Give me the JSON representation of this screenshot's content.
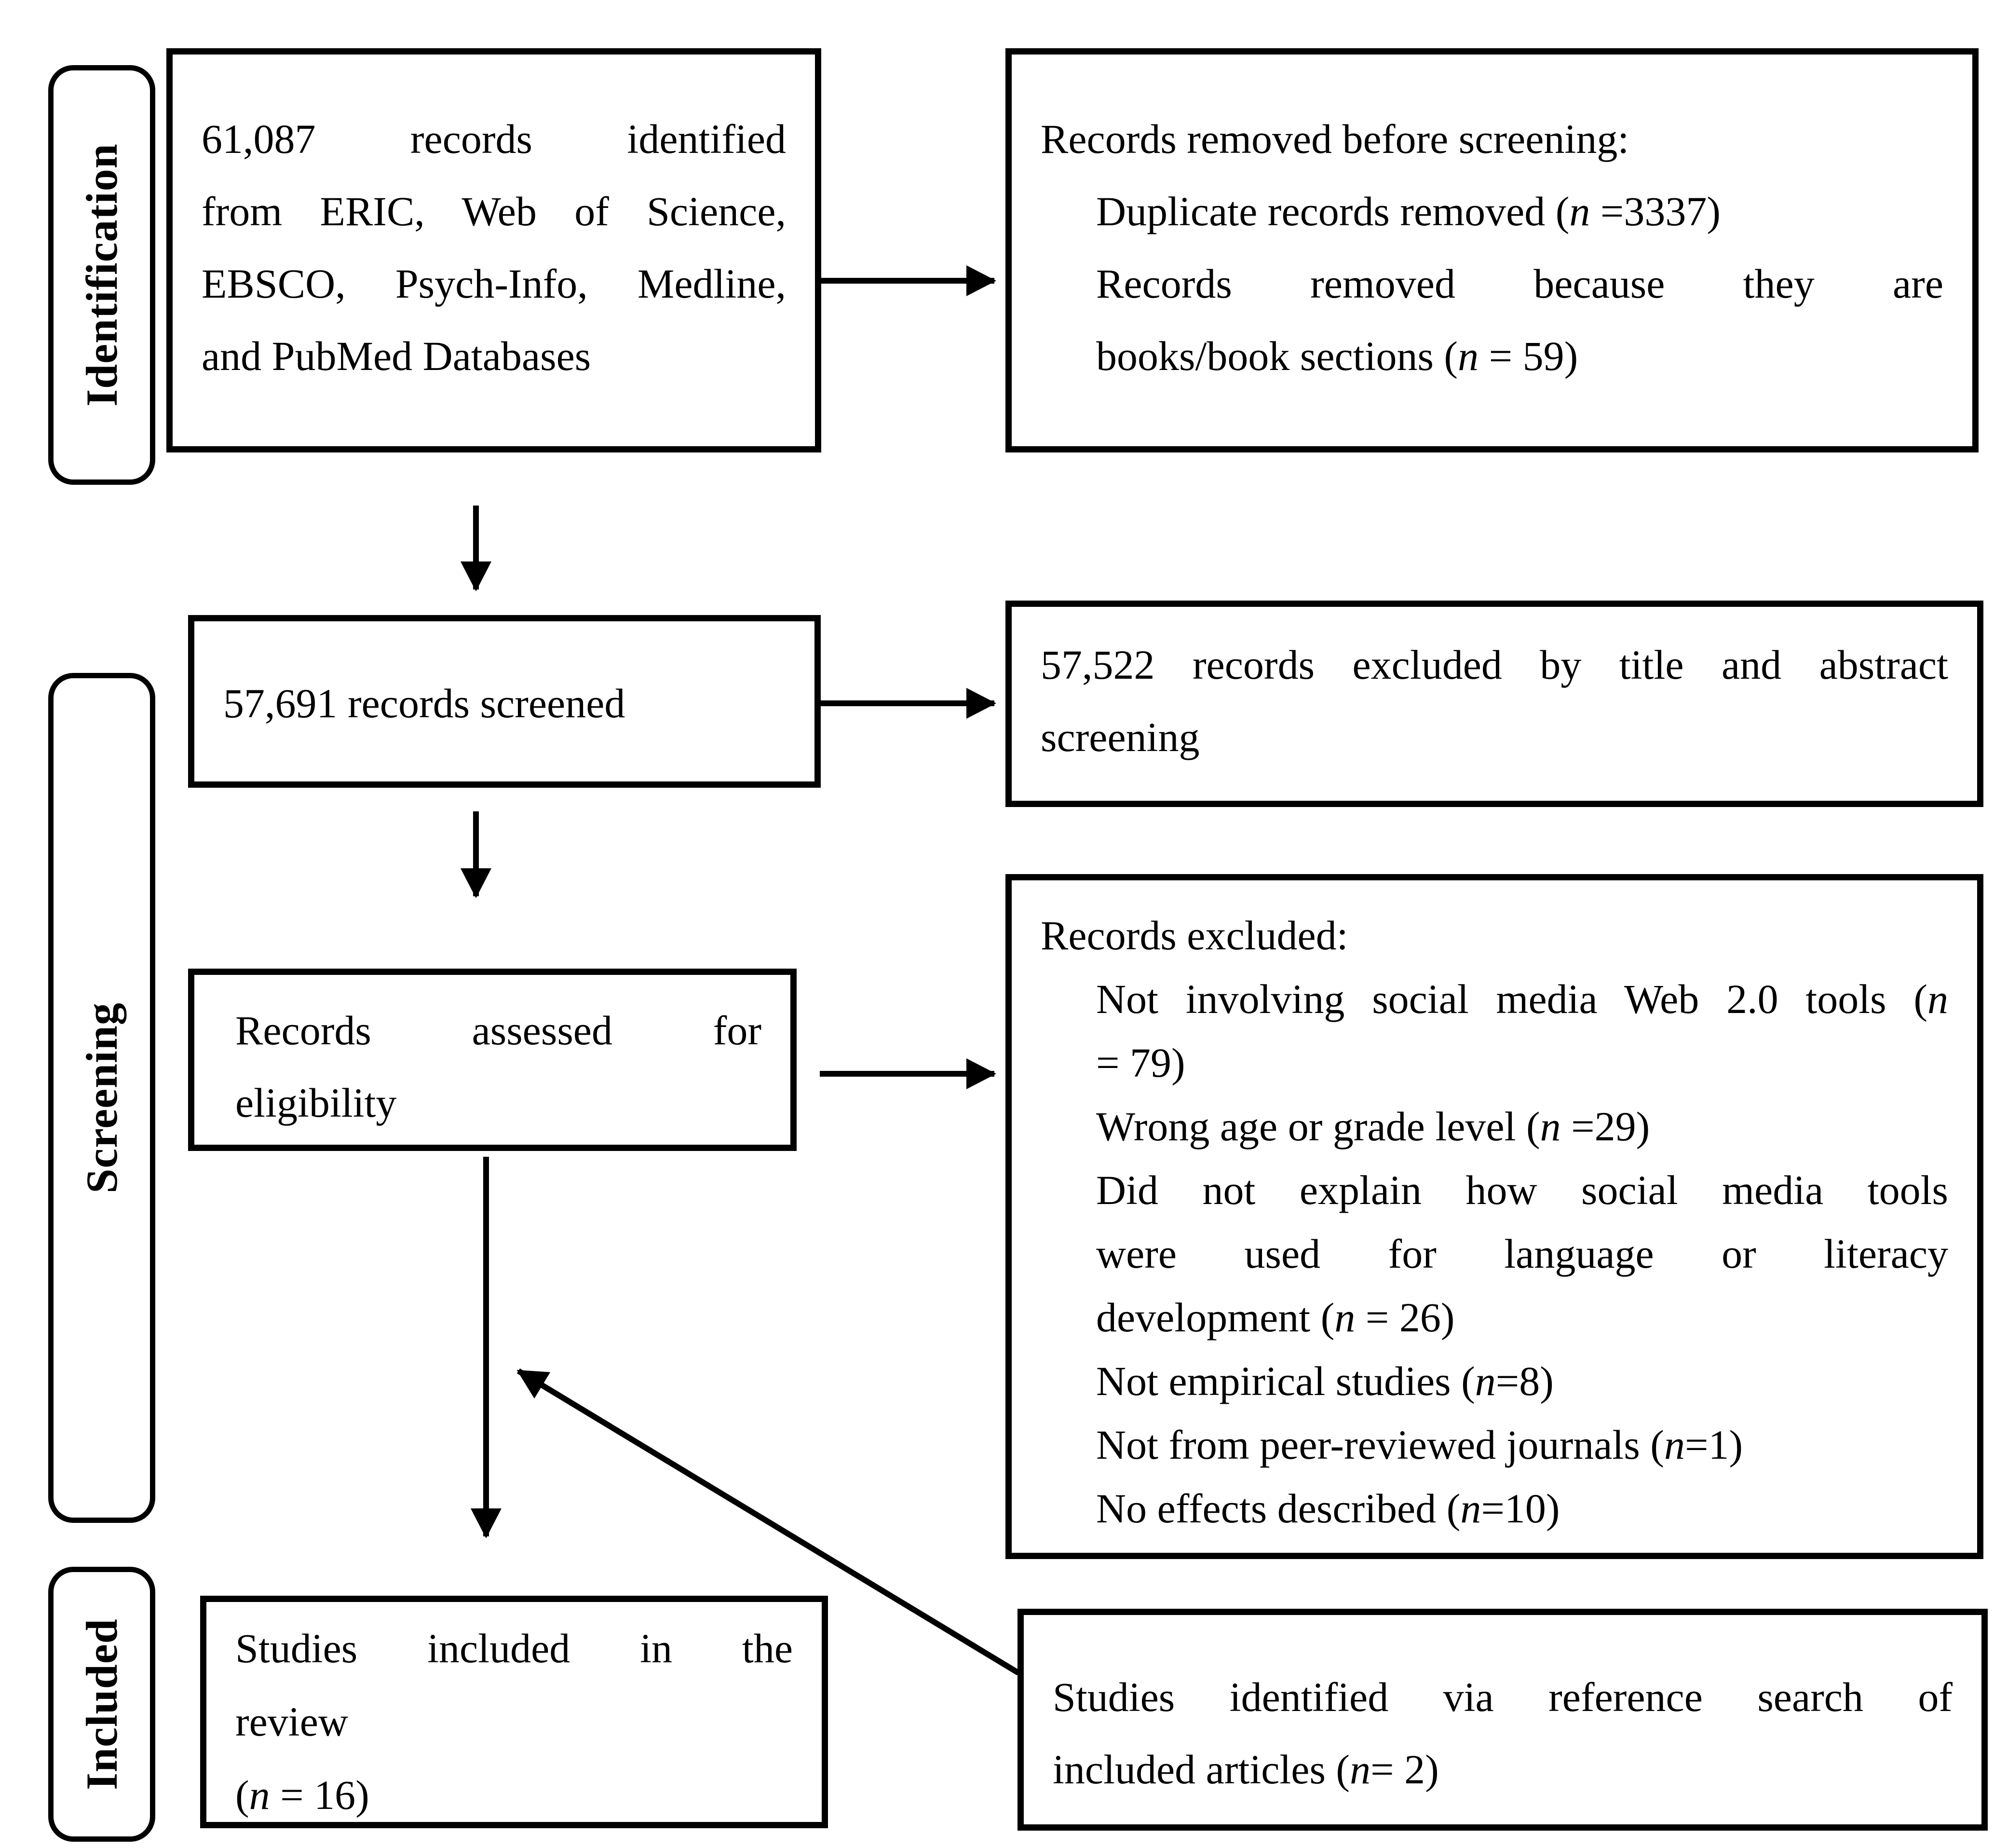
{
  "figure": {
    "type": "prisma-flow-diagram",
    "colors": {
      "background": "#ffffff",
      "box_border": "#000000",
      "text": "#000000",
      "arrow": "#000000"
    }
  },
  "stages": {
    "identification": {
      "label": "Identification"
    },
    "screening": {
      "label": "Screening"
    },
    "included": {
      "label": "Included"
    }
  },
  "boxes": {
    "identified": {
      "lines": [
        "61,087 records identified",
        "from ERIC, Web of Science,",
        "EBSCO, Psych-Info, Medline,",
        "and PubMed Databases"
      ]
    },
    "removed_before_screening": {
      "lines": [
        "Records removed before screening:",
        "Duplicate records removed (*n* =3337)",
        "Records removed because they are",
        "books/book sections (*n* = 59)"
      ]
    },
    "screened": {
      "lines": [
        "57,691 records screened"
      ]
    },
    "excluded_title_abstract": {
      "lines": [
        "57,522 records excluded by title and abstract",
        "screening"
      ]
    },
    "assessed": {
      "lines": [
        "Records assessed for",
        "eligibility"
      ]
    },
    "excluded_reasons": {
      "lines": [
        "Records excluded:",
        "Not involving social media Web 2.0 tools (*n*",
        "= 79)",
        "Wrong age or grade level (*n* =29)",
        "Did not explain how social media tools",
        "were used for language or literacy",
        "development (*n* = 26)",
        "Not empirical studies (*n*=8)",
        "Not from peer-reviewed journals (*n*=1)",
        "No effects described (*n*=10)"
      ]
    },
    "included_review": {
      "lines": [
        "Studies included in the",
        "review",
        "(*n* = 16)"
      ]
    },
    "reference_search": {
      "lines": [
        "Studies identified via reference search of",
        "included articles (*n*= 2)"
      ]
    }
  }
}
